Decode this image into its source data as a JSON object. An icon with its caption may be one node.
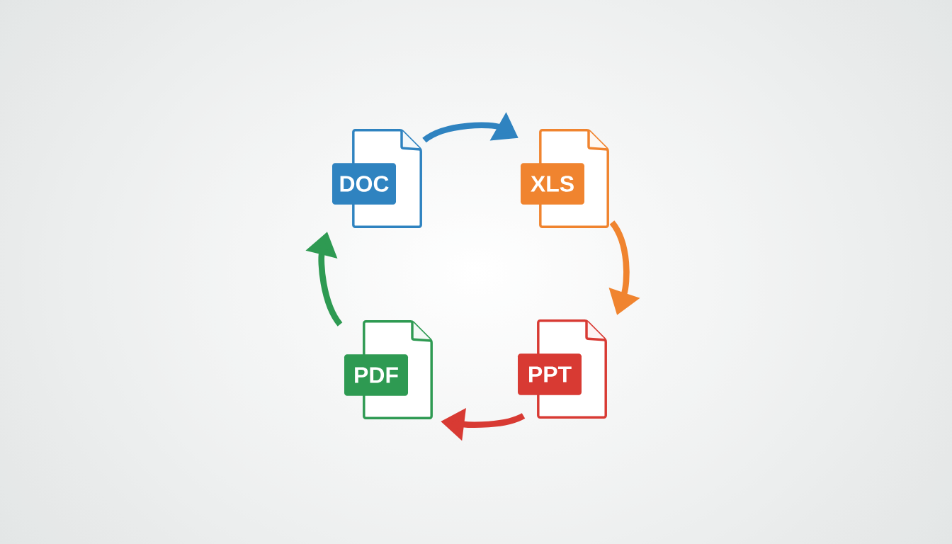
{
  "diagram": {
    "nodes": [
      {
        "text": [
          "DOC"
        ]
      },
      {
        "text": [
          "XLS"
        ]
      },
      {
        "text": [
          "PDF"
        ]
      },
      {
        "text": [
          "PPT"
        ]
      }
    ],
    "edges": [
      {
        "from": 0,
        "to": 1,
        "arrow": "to",
        "color": "#2f83c0"
      },
      {
        "from": 1,
        "to": 3,
        "arrow": "to",
        "color": "#f0842f"
      },
      {
        "from": 3,
        "to": 2,
        "arrow": "to",
        "color": "#d83a33"
      },
      {
        "from": 2,
        "to": 0,
        "arrow": "to",
        "color": "#2e9a52"
      }
    ]
  }
}
